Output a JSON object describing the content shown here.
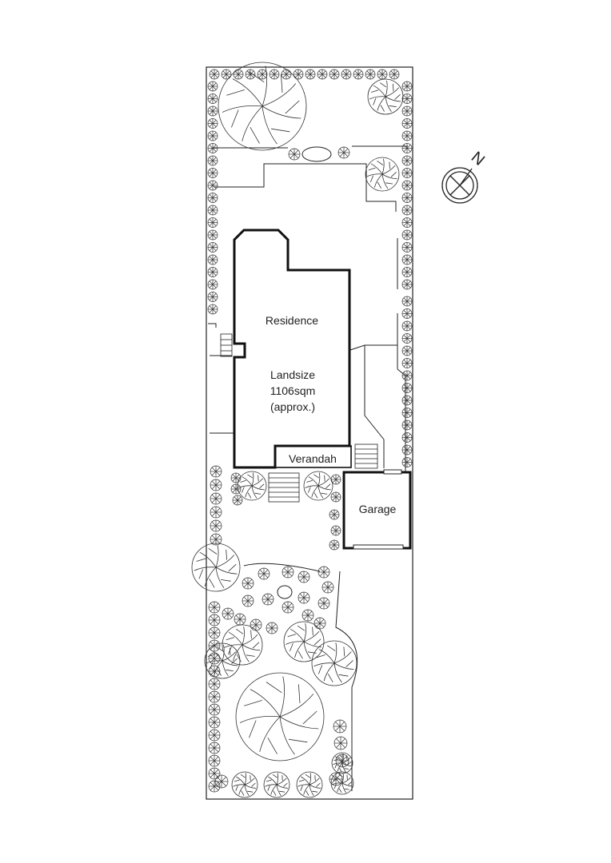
{
  "plan": {
    "rooms": {
      "residence": "Residence",
      "verandah": "Verandah",
      "garage": "Garage"
    },
    "land": {
      "line1": "Landsize",
      "line2": "1106sqm",
      "line3": "(approx.)"
    },
    "compass": {
      "letter": "N",
      "icon": "north-arrow-icon"
    },
    "colors": {
      "line": "#222222",
      "background": "#ffffff"
    }
  }
}
